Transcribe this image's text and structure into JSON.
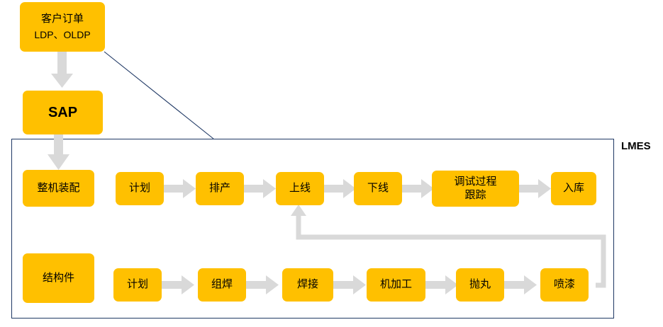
{
  "diagram": {
    "title_label": "LMES",
    "colors": {
      "node_fill": "#FFC000",
      "arrow": "#D9D9D9",
      "container_border": "#1F3864",
      "connector_line": "#1F3864",
      "text": "#000000",
      "background": "#FFFFFF"
    },
    "external_nodes": [
      {
        "id": "customer-order",
        "line1": "客户订单",
        "line2": "LDP、OLDP"
      },
      {
        "id": "sap",
        "label": "SAP"
      }
    ],
    "lmes": {
      "label": "LMES",
      "row_assembly": {
        "group_label": "整机装配",
        "steps": [
          {
            "id": "plan",
            "label": "计划"
          },
          {
            "id": "schedule",
            "label": "排产"
          },
          {
            "id": "online",
            "label": "上线"
          },
          {
            "id": "offline",
            "label": "下线"
          },
          {
            "id": "debug-tracking",
            "label": "调试过程\n跟踪"
          },
          {
            "id": "warehousing",
            "label": "入库"
          }
        ]
      },
      "row_structure": {
        "group_label": "结构件",
        "steps": [
          {
            "id": "plan",
            "label": "计划"
          },
          {
            "id": "fit-weld",
            "label": "组焊"
          },
          {
            "id": "weld",
            "label": "焊接"
          },
          {
            "id": "machining",
            "label": "机加工"
          },
          {
            "id": "shot-blasting",
            "label": "抛丸"
          },
          {
            "id": "painting",
            "label": "喷漆"
          }
        ]
      }
    },
    "connectors": [
      {
        "id": "order-to-sap",
        "type": "block-arrow",
        "direction": "down"
      },
      {
        "id": "sap-to-assembly",
        "type": "block-arrow",
        "direction": "down"
      },
      {
        "id": "order-to-lmes",
        "type": "thin-line",
        "direction": "diagonal"
      },
      {
        "id": "painting-to-online-feedback",
        "type": "elbow-arrow",
        "direction": "up"
      }
    ]
  }
}
